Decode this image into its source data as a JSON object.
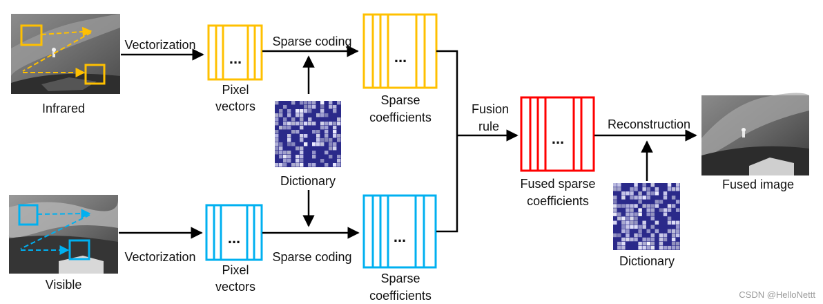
{
  "images": {
    "infrared": {
      "caption": "Infrared"
    },
    "visible": {
      "caption": "Visible"
    },
    "fused": {
      "caption": "Fused image"
    }
  },
  "steps": {
    "vectorization_top": "Vectorization",
    "vectorization_bottom": "Vectorization",
    "sparse_coding_top": "Sparse coding",
    "sparse_coding_bottom": "Sparse coding",
    "fusion_rule_line1": "Fusion",
    "fusion_rule_line2": "rule",
    "reconstruction": "Reconstruction"
  },
  "blocks": {
    "pixel_vectors_top": {
      "line1": "Pixel",
      "line2": "vectors",
      "ellipsis": "..."
    },
    "pixel_vectors_bottom": {
      "line1": "Pixel",
      "line2": "vectors",
      "ellipsis": "..."
    },
    "sparse_coeff_top": {
      "line1": "Sparse",
      "line2": "coefficients",
      "ellipsis": "..."
    },
    "sparse_coeff_bottom": {
      "line1": "Sparse",
      "line2": "coefficients",
      "ellipsis": "..."
    },
    "fused_coeff": {
      "line1": "Fused sparse",
      "line2": "coefficients",
      "ellipsis": "..."
    }
  },
  "dictionaries": {
    "main": "Dictionary",
    "recon": "Dictionary"
  },
  "watermark": "CSDN @HelloNettt",
  "colors": {
    "infrared_branch": "#FFC000",
    "visible_branch": "#00B0F0",
    "fused_block": "#FF0000",
    "arrow": "#000000",
    "dictionary_tile": "#2b2a8a"
  }
}
